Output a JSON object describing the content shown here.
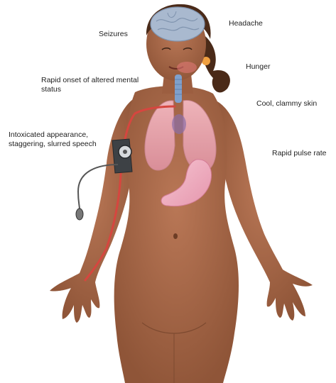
{
  "labels": {
    "headache": "Headache",
    "seizures": "Seizures",
    "hunger": "Hunger",
    "mental_status": "Rapid onset of altered mental status",
    "skin": "Cool, clammy skin",
    "intoxicated": "Intoxicated appearance, staggering, slurred speech",
    "pulse": "Rapid pulse rate"
  },
  "colors": {
    "skin": "#a8694a",
    "skin_shadow": "#8a5237",
    "hair": "#4a2a18",
    "brain": "#a9b9cf",
    "lung": "#e7a6ad",
    "stomach": "#f0b1c2",
    "artery": "#d6463f",
    "cuff": "#3d4145",
    "hair_tie": "#f0a040"
  }
}
